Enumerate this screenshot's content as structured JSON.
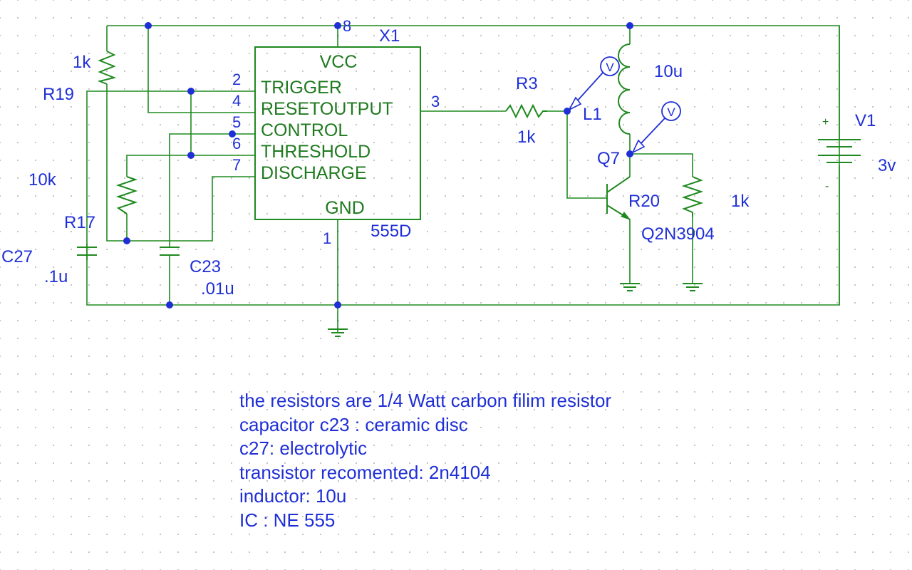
{
  "colors": {
    "label": "#1f2fd6",
    "wire": "#1f8a1f",
    "pin_text": "#1f7a1f",
    "background": "#ffffff",
    "grid": "#9a9a9a"
  },
  "ic": {
    "ref": "X1",
    "model": "555D",
    "vcc": "VCC",
    "gnd": "GND",
    "pins": {
      "trigger": "TRIGGER",
      "resetoutput": "RESETOUTPUT",
      "control": "CONTROL",
      "threshold": "THRESHOLD",
      "discharge": "DISCHARGE"
    },
    "pin_numbers": {
      "vcc": "8",
      "trigger": "2",
      "reset": "4",
      "control": "5",
      "threshold": "6",
      "discharge": "7",
      "output": "3",
      "gnd": "1"
    }
  },
  "components": {
    "r19": {
      "ref": "R19",
      "value": "1k"
    },
    "r17": {
      "ref": "R17",
      "value": "10k"
    },
    "c27": {
      "ref": "C27",
      "value": ".1u"
    },
    "c23": {
      "ref": "C23",
      "value": ".01u"
    },
    "r3": {
      "ref": "R3",
      "value": "1k"
    },
    "l1": {
      "ref": "L1",
      "value": "10u"
    },
    "q7": {
      "ref": "Q7",
      "model": "Q2N3904"
    },
    "r20": {
      "ref": "R20",
      "value": "1k"
    },
    "v1": {
      "ref": "V1",
      "value": "3v",
      "plus": "+",
      "minus": "-"
    }
  },
  "probe_label": "V",
  "notes": [
    "the resistors are 1/4 Watt carbon filim resistor",
    "capacitor c23 : ceramic disc",
    "c27: electrolytic",
    "transistor recomented: 2n4104",
    "inductor: 10u",
    "IC : NE 555"
  ]
}
